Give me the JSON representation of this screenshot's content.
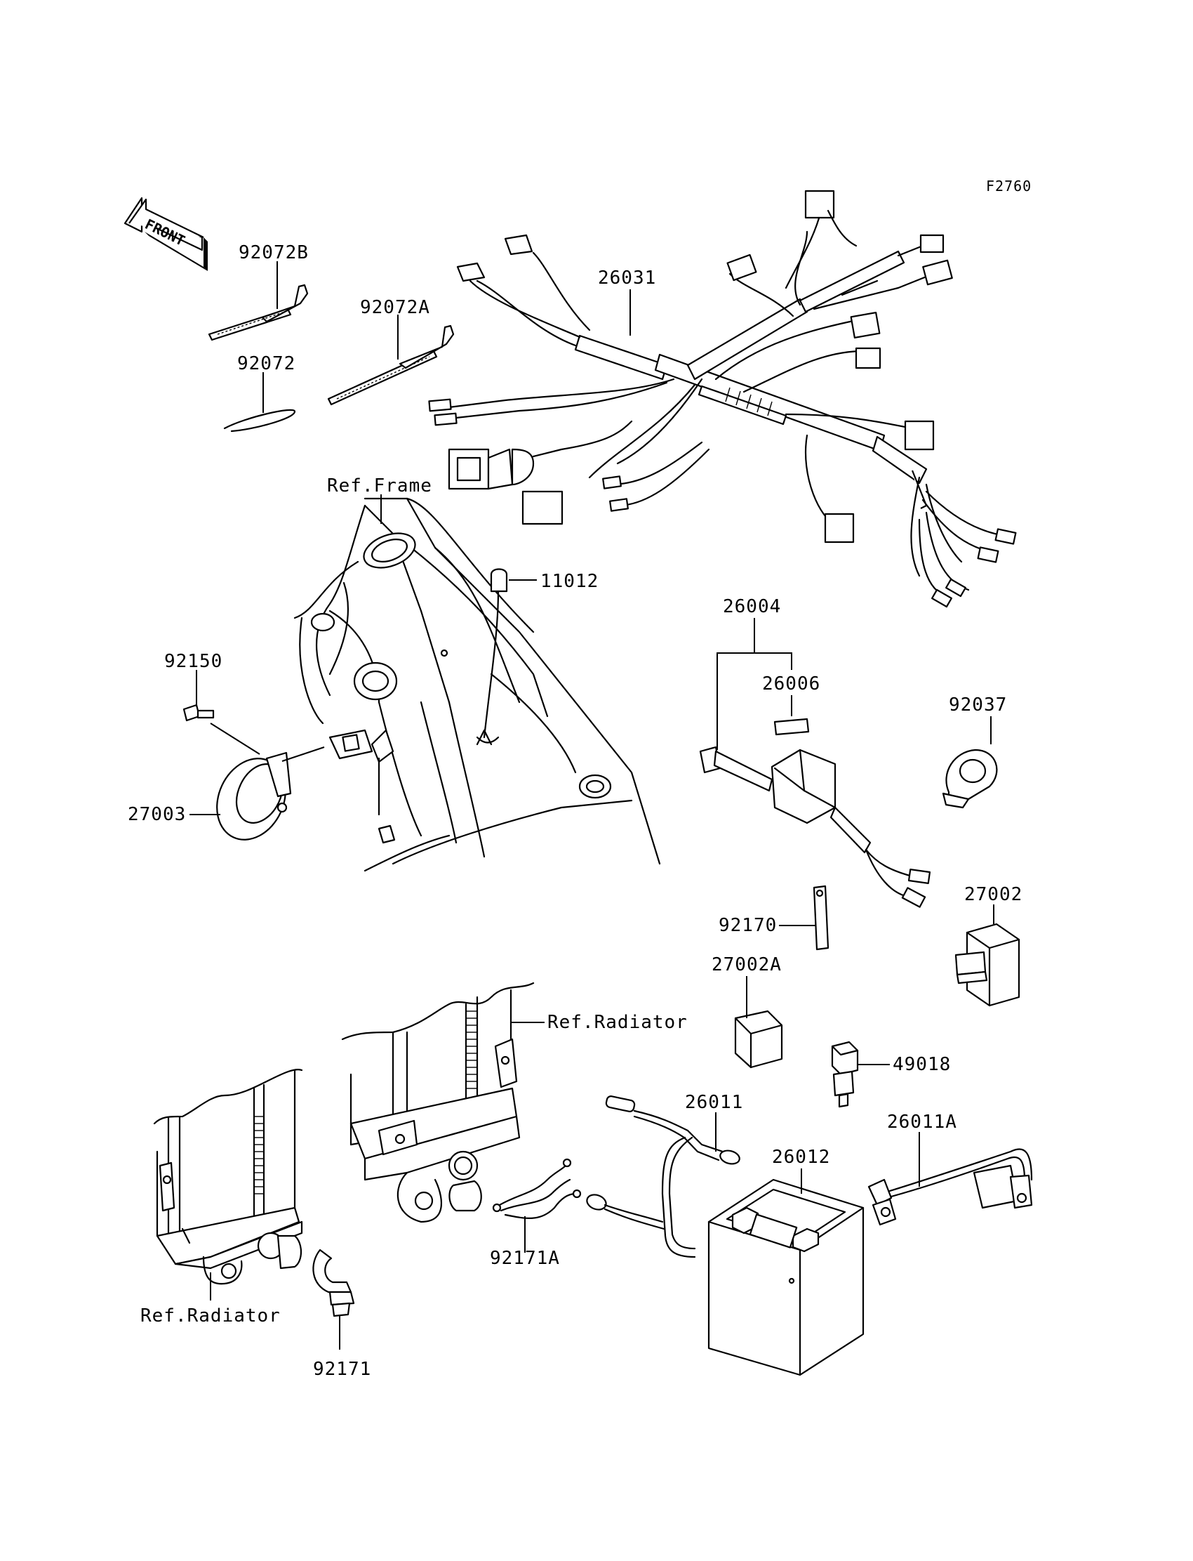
{
  "figure_id": "F2760",
  "front_label": "FRONT",
  "parts": {
    "p92072B": "92072B",
    "p92072A": "92072A",
    "p92072": "92072",
    "p26031": "26031",
    "p11012": "11012",
    "p92150": "92150",
    "p27003": "27003",
    "p26004": "26004",
    "p26006": "26006",
    "p92037": "92037",
    "p27002": "27002",
    "p92170": "92170",
    "p27002A": "27002A",
    "p49018": "49018",
    "p26011": "26011",
    "p26011A": "26011A",
    "p26012": "26012",
    "p92171A": "92171A",
    "p92171": "92171"
  },
  "refs": {
    "frame": "Ref.Frame",
    "radiator_upper": "Ref.Radiator",
    "radiator_lower": "Ref.Radiator"
  }
}
